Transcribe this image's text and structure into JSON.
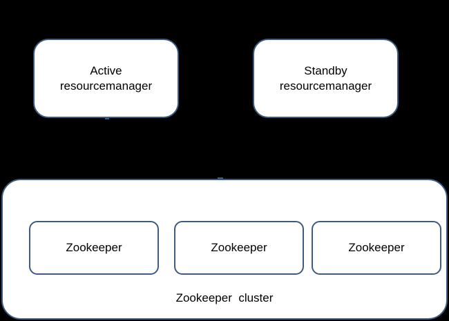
{
  "colors": {
    "background": "#000000",
    "box_fill": "#ffffff",
    "box_border": "#3d5a80",
    "text": "#000000"
  },
  "resourcemanagers": {
    "active": {
      "line1": "Active",
      "line2": "resourcemanager"
    },
    "standby": {
      "line1": "Standby",
      "line2": "resourcemanager"
    }
  },
  "cluster": {
    "label": "Zookeeper  cluster",
    "nodes": [
      "Zookeeper",
      "Zookeeper",
      "Zookeeper"
    ]
  }
}
